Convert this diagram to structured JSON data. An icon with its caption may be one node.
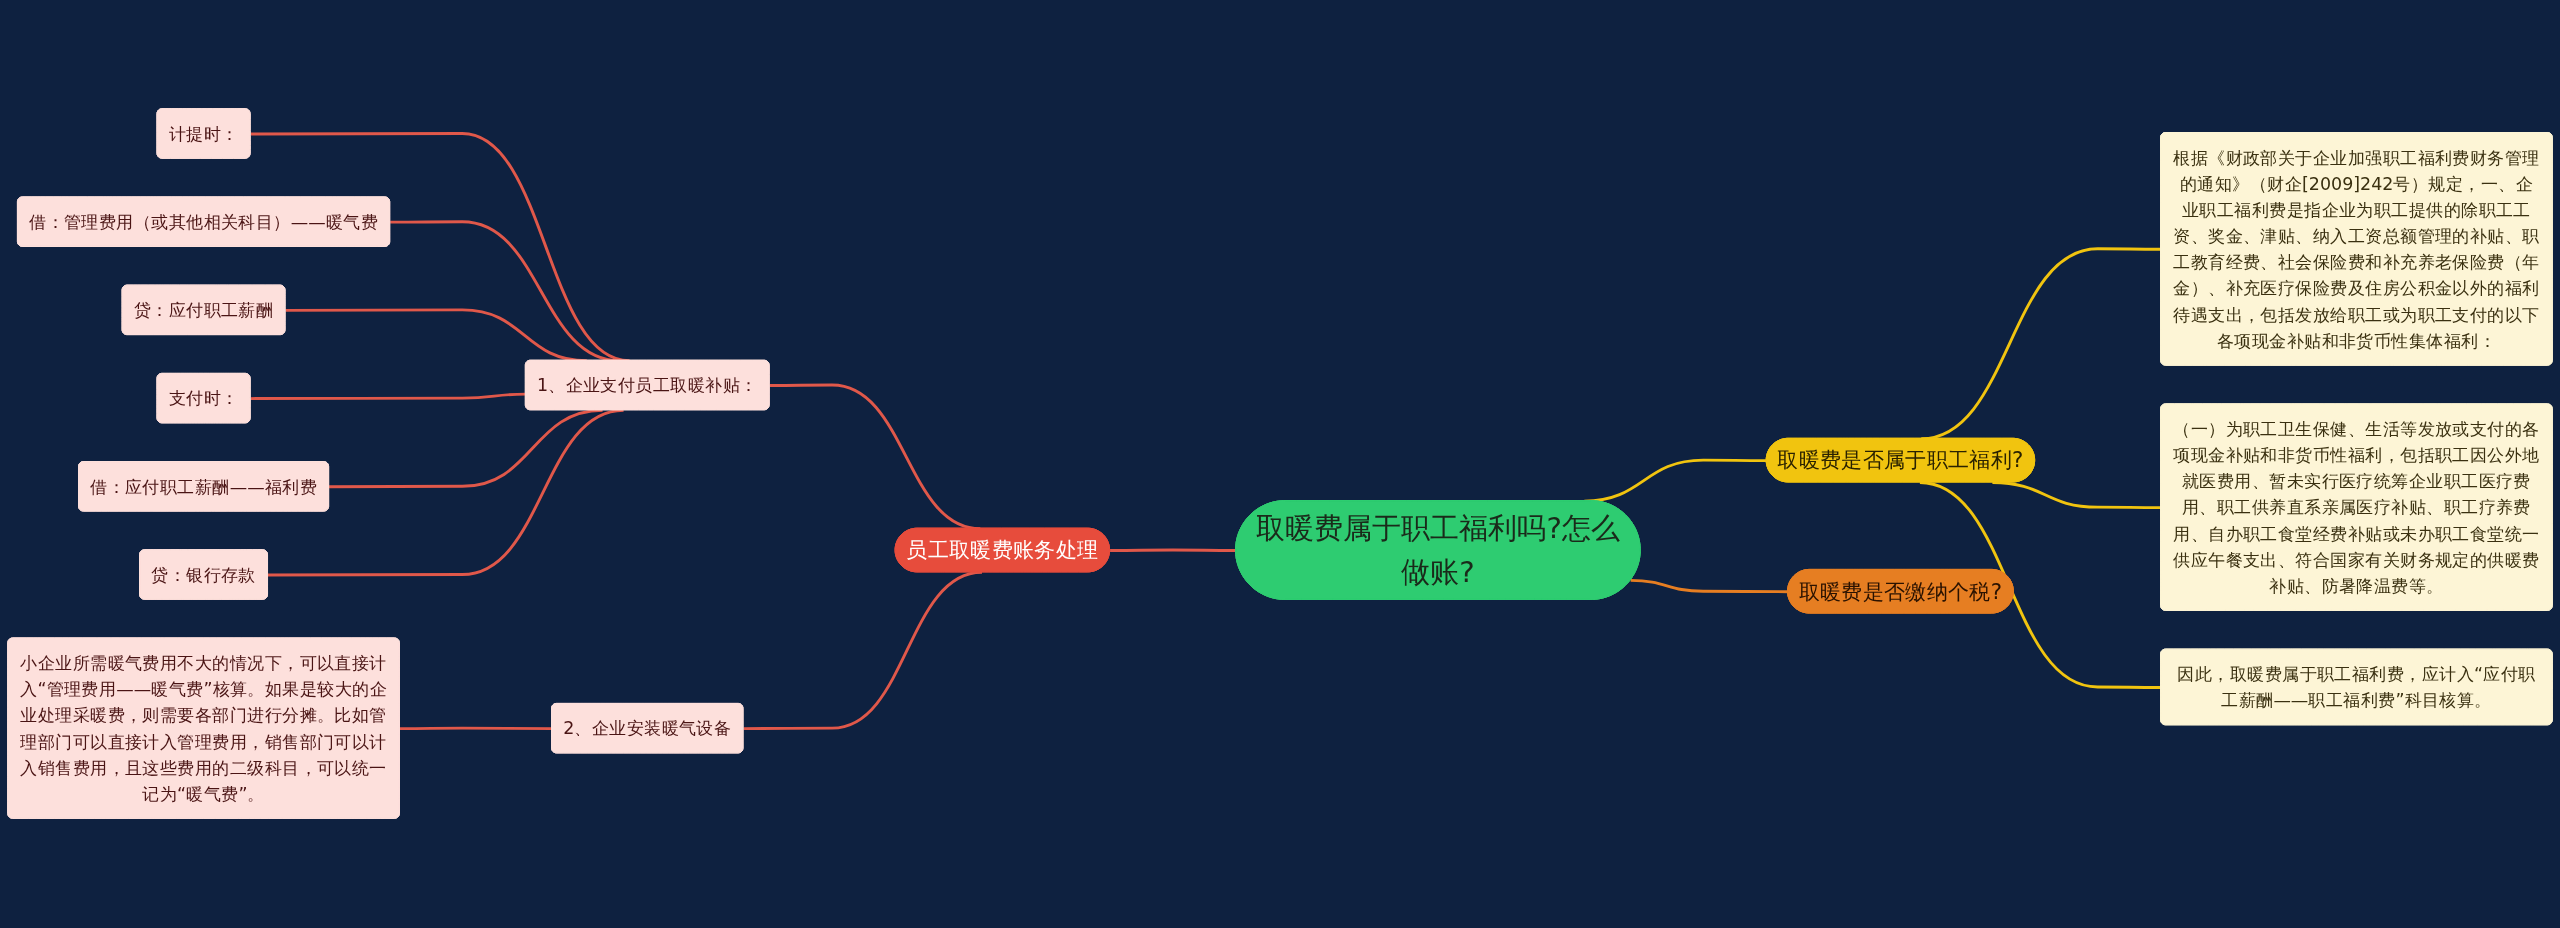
{
  "diagram": {
    "nodes": [
      {
        "text": [
          "取暖费属于职工福利吗?怎么做账?"
        ]
      },
      {
        "text": [
          "员工取暖费账务处理"
        ]
      },
      {
        "text": [
          "1、企业支付员工取暖补贴："
        ]
      },
      {
        "text": [
          "计提时："
        ]
      },
      {
        "text": [
          "借：管理费用（或其他相关科目）——暖气费"
        ]
      },
      {
        "text": [
          "贷：应付职工薪酬"
        ]
      },
      {
        "text": [
          "支付时："
        ]
      },
      {
        "text": [
          "借：应付职工薪酬——福利费"
        ]
      },
      {
        "text": [
          "贷：银行存款"
        ]
      },
      {
        "text": [
          "2、企业安装暖气设备"
        ]
      },
      {
        "text": [
          "小企业所需暖气费用不大的情况下，可以直接计入“管理费用——暖气费”核算。如果是较大的企业处理采暖费，则需要各部门进行分摊。比如管理部门可以直接计入管理费用，销售部门可以计入销售费用，且这些费用的二级科目，可以统一记为“暖气费”。"
        ]
      },
      {
        "text": [
          "取暖费是否属于职工福利?"
        ]
      },
      {
        "text": [
          "根据《财政部关于企业加强职工福利费财务管理的通知》（财企[2009]242号）规定，一、企业职工福利费是指企业为职工提供的除职工工资、奖金、津贴、纳入工资总额管理的补贴、职工教育经费、社会保险费和补充养老保险费（年金）、补充医疗保险费及住房公积金以外的福利待遇支出，包括发放给职工或为职工支付的以下各项现金补贴和非货币性集体福利："
        ]
      },
      {
        "text": [
          "（一）为职工卫生保健、生活等发放或支付的各项现金补贴和非货币性福利，包括职工因公外地就医费用、暂未实行医疗统筹企业职工医疗费用、职工供养直系亲属医疗补贴、职工疗养费用、自办职工食堂经费补贴或未办职工食堂统一供应午餐支出、符合国家有关财务规定的供暖费补贴、防暑降温费等。"
        ]
      },
      {
        "text": [
          "因此，取暖费属于职工福利费，应计入“应付职工薪酬——职工福利费”科目核算。"
        ]
      },
      {
        "text": [
          "取暖费是否缴纳个税?"
        ]
      }
    ],
    "edges": [
      {
        "from": 3,
        "to": 2,
        "arrow": "none"
      },
      {
        "from": 4,
        "to": 2,
        "arrow": "none"
      },
      {
        "from": 5,
        "to": 2,
        "arrow": "none"
      },
      {
        "from": 6,
        "to": 2,
        "arrow": "none"
      },
      {
        "from": 7,
        "to": 2,
        "arrow": "none"
      },
      {
        "from": 8,
        "to": 2,
        "arrow": "none"
      },
      {
        "from": 2,
        "to": 1,
        "arrow": "none"
      },
      {
        "from": 10,
        "to": 9,
        "arrow": "none"
      },
      {
        "from": 9,
        "to": 1,
        "arrow": "none"
      },
      {
        "from": 1,
        "to": 0,
        "arrow": "none"
      },
      {
        "from": 0,
        "to": 11,
        "arrow": "none",
        "color": "#f1c40f"
      },
      {
        "from": 11,
        "to": 12,
        "arrow": "none",
        "color": "#f1c40f"
      },
      {
        "from": 11,
        "to": 13,
        "arrow": "none",
        "color": "#f1c40f"
      },
      {
        "from": 11,
        "to": 14,
        "arrow": "none",
        "color": "#f1c40f"
      },
      {
        "from": 0,
        "to": 15,
        "arrow": "none",
        "color": "#e67e22"
      }
    ]
  }
}
